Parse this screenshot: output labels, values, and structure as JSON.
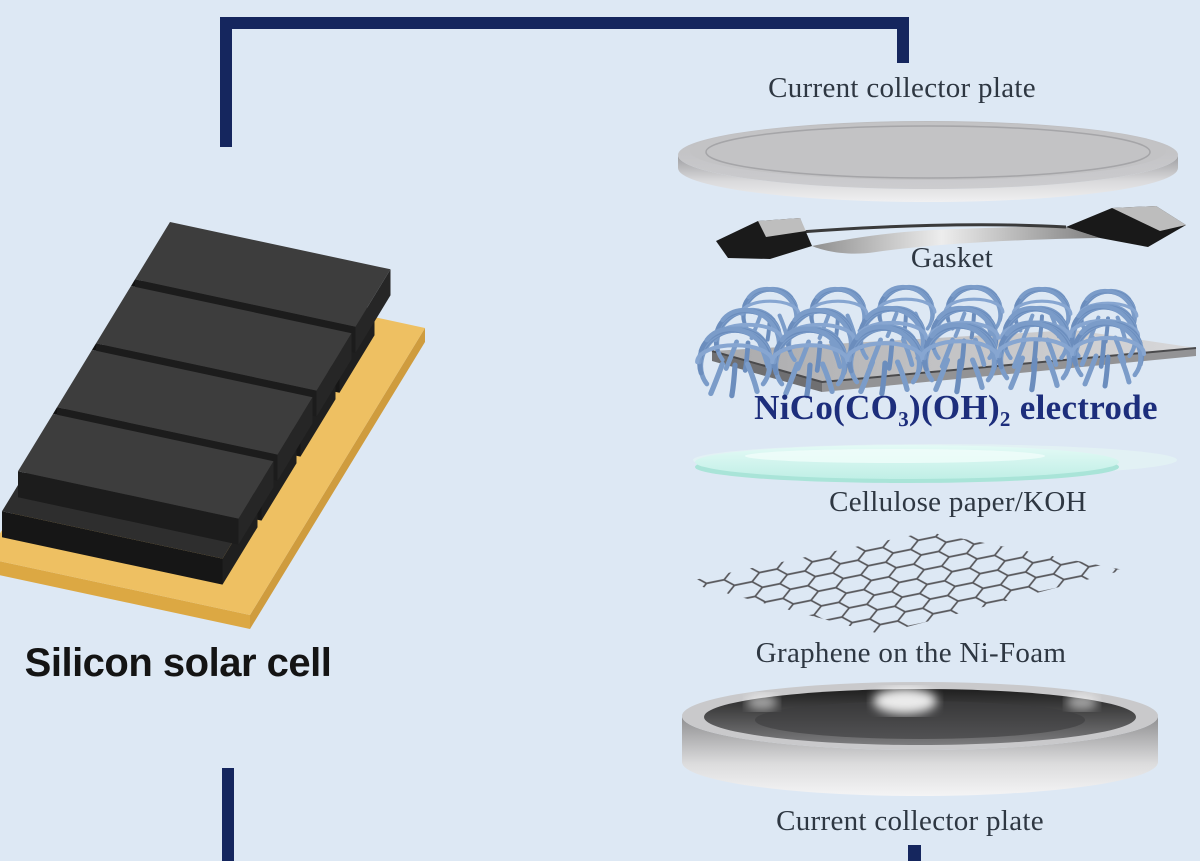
{
  "figure_type": "exploded-assembly-diagram",
  "solar_cell": {
    "label": "Silicon solar cell"
  },
  "supercapacitor": {
    "top_plate_label": "Current collector plate",
    "gasket_label": "Gasket",
    "electrode_label": "NiCo(CO₃)(OH)₂ electrode",
    "separator_label": "Cellulose paper/KOH",
    "graphene_label": "Graphene on the Ni-Foam",
    "bottom_plate_label": "Current collector plate"
  },
  "colors": {
    "background": "#dde8f4",
    "wire": "#15265e",
    "label_text": "#2e3742",
    "electrode_label_text": "#1d2e7c",
    "solar_label_text": "#141414",
    "solar_slab": "#3d3d3d",
    "solar_base_gold": "#eec062",
    "urchin_blue": "#7b9cc9",
    "separator_mint": "#d9f6f0",
    "metal_gray": "#c6c6c8"
  }
}
